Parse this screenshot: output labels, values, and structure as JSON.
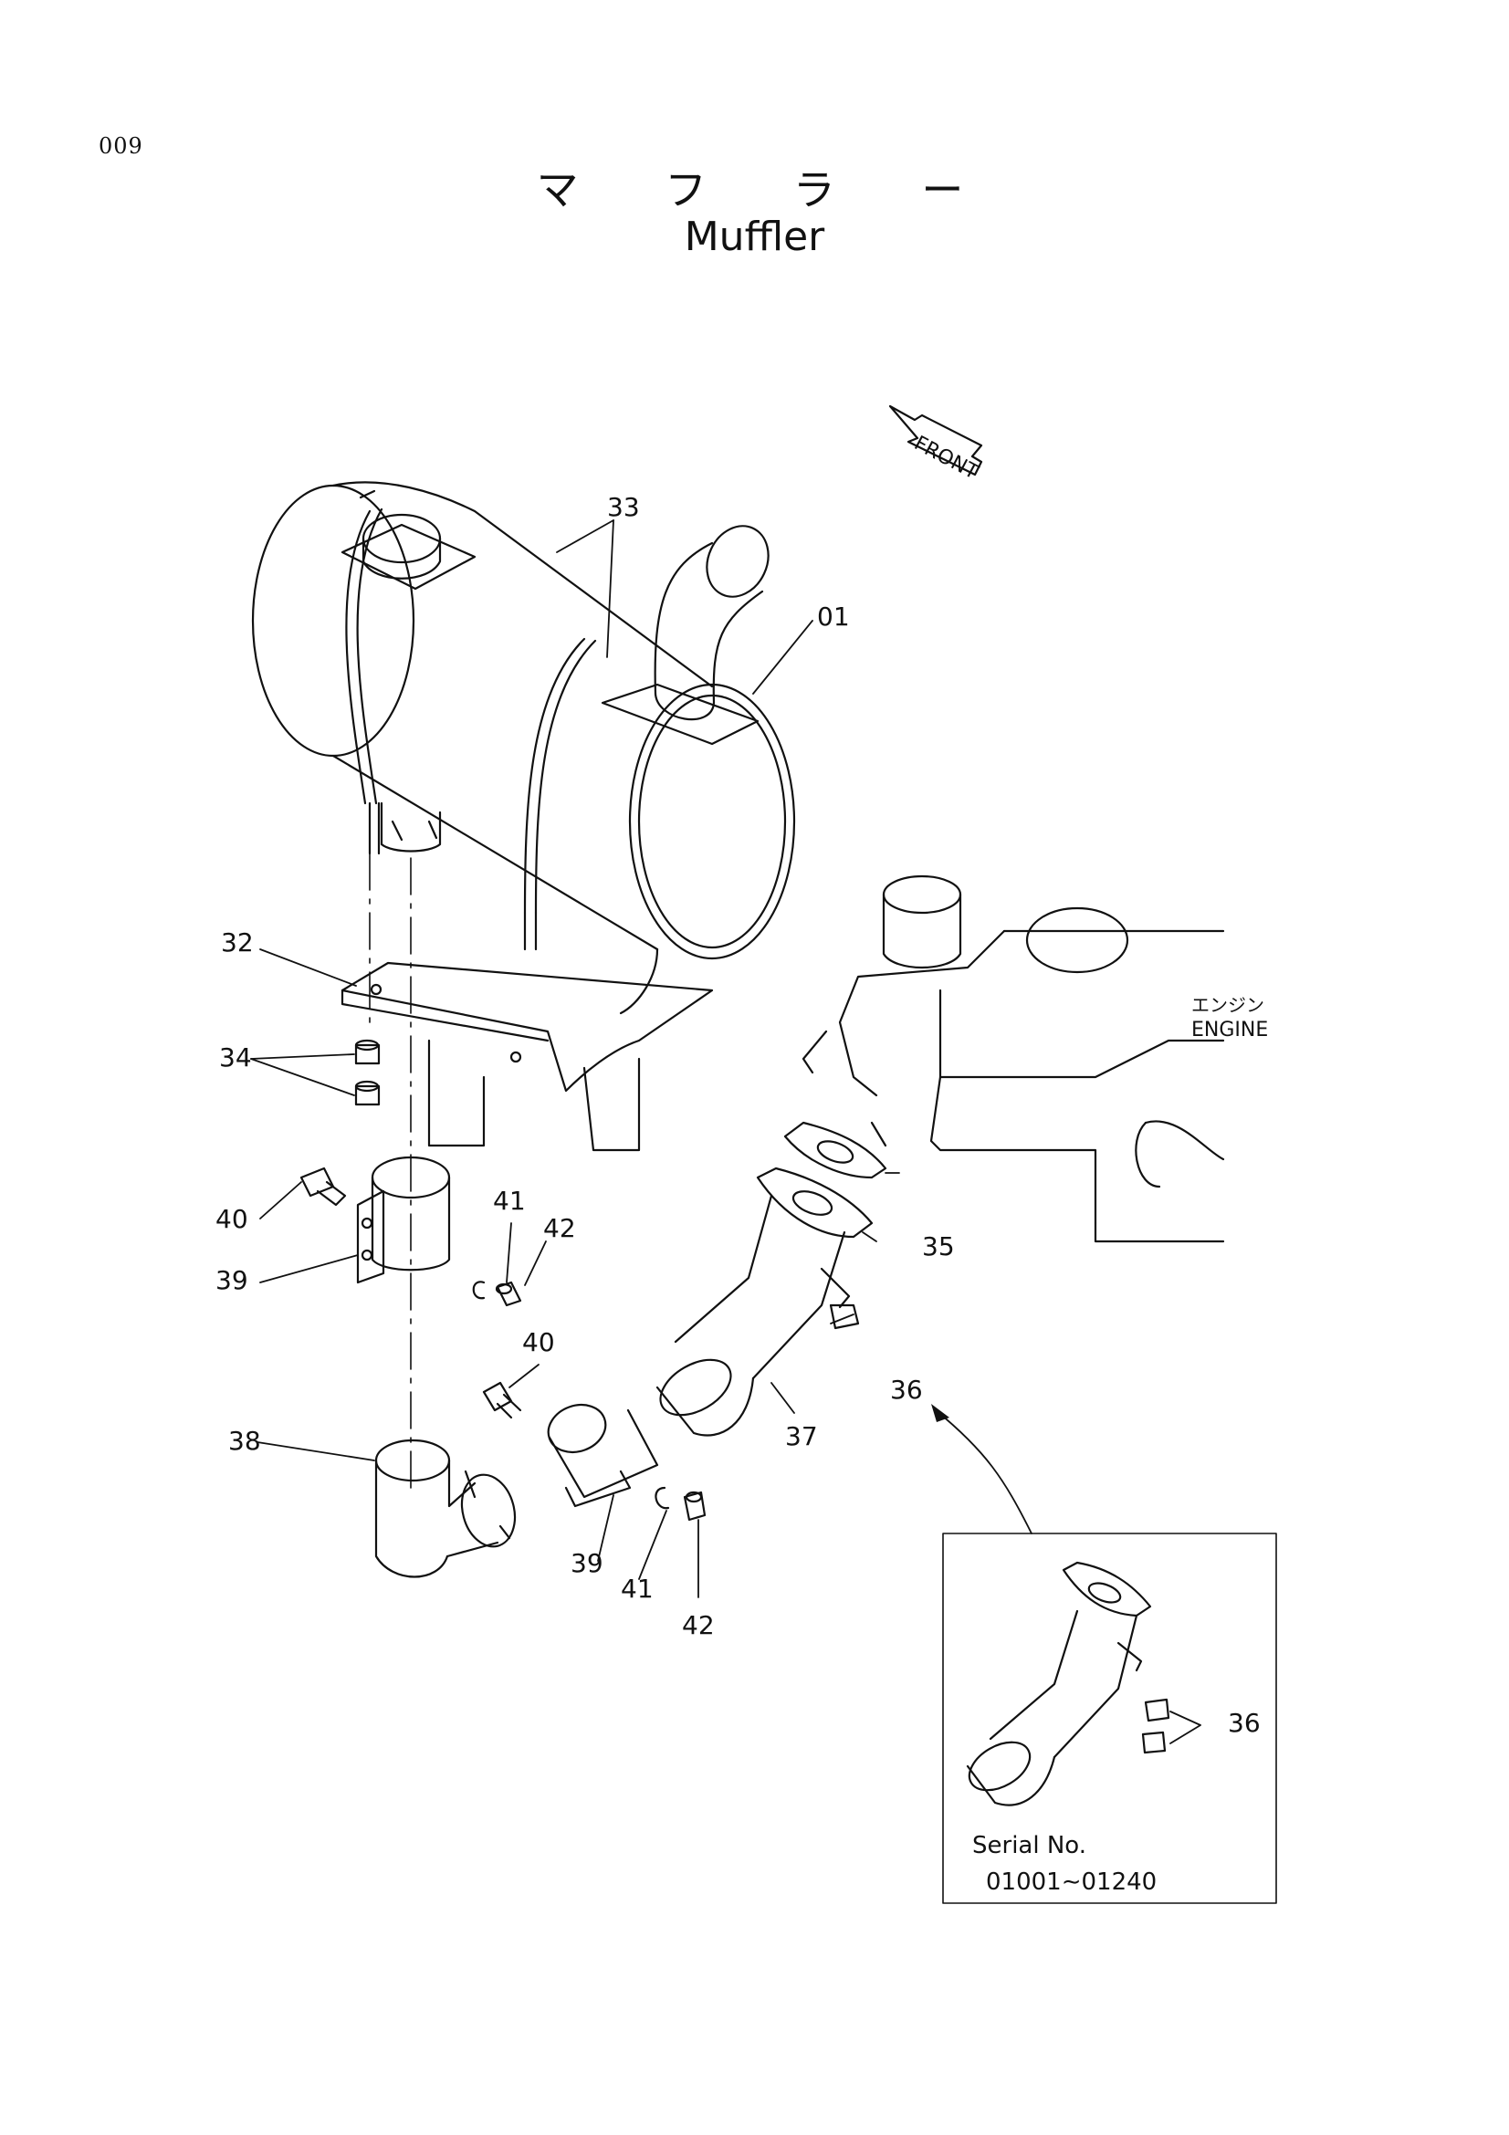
{
  "page_number": "009",
  "title_jp": "マ フ ラ ー",
  "title_en": "Muffler",
  "front_label": "FRONT",
  "engine_label_jp": "エンジン",
  "engine_label_en": "ENGINE",
  "inset": {
    "serial_label": "Serial No.",
    "serial_range": "01001∼01240",
    "callout": "36"
  },
  "callouts": {
    "c01": "01",
    "c32": "32",
    "c33": "33",
    "c34": "34",
    "c35": "35",
    "c36": "36",
    "c37": "37",
    "c38": "38",
    "c39a": "39",
    "c39b": "39",
    "c40a": "40",
    "c40b": "40",
    "c41a": "41",
    "c41b": "41",
    "c42a": "42",
    "c42b": "42"
  }
}
